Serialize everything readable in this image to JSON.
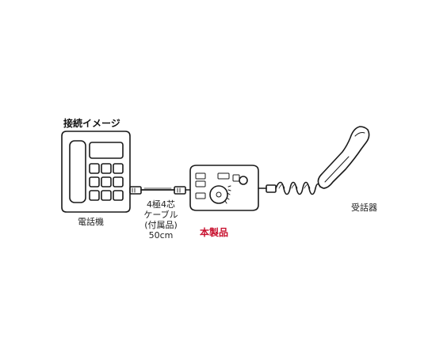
{
  "diagram": {
    "title": "接続イメージ",
    "phone_label": "電話機",
    "cable_lines": [
      "4極4芯",
      "ケーブル",
      "(付属品)",
      "50cm"
    ],
    "product_label": "本製品",
    "handset_label": "受話器",
    "colors": {
      "line": "#1a1a1a",
      "product_label": "#c8102e",
      "text": "#222222"
    },
    "icons": [
      "desk-phone-icon",
      "modular-plug-icon",
      "amplifier-device-icon",
      "coiled-cord-icon",
      "handset-icon"
    ]
  }
}
